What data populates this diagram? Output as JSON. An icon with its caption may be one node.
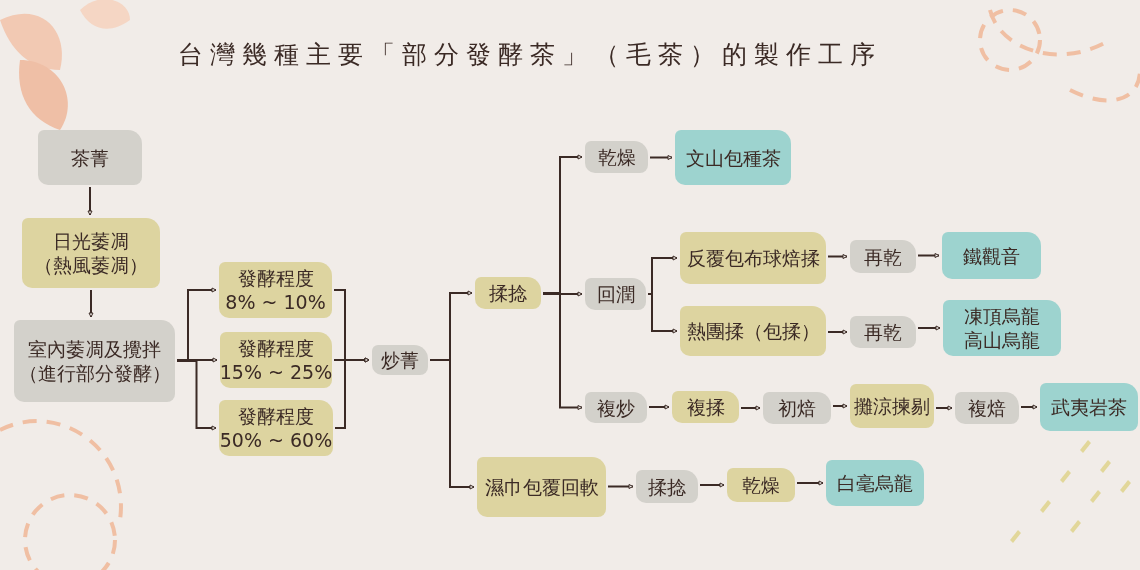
{
  "diagram": {
    "title": "台灣幾種主要「部分發酵茶」（毛茶）的製作工序",
    "nodes": [
      {
        "text": [
          "茶菁"
        ]
      },
      {
        "text": [
          "日光萎凋",
          "（熱風萎凋）"
        ]
      },
      {
        "text": [
          "室內萎凋及攪拌",
          "（進行部分發酵）"
        ]
      },
      {
        "text": [
          "發酵程度",
          "8% ~ 10%"
        ]
      },
      {
        "text": [
          "發酵程度",
          "15% ~ 25%"
        ]
      },
      {
        "text": [
          "發酵程度",
          "50% ~ 60%"
        ]
      },
      {
        "text": [
          "炒菁"
        ]
      },
      {
        "text": [
          "揉捻"
        ]
      },
      {
        "text": [
          "乾燥"
        ]
      },
      {
        "text": [
          "文山包種茶"
        ]
      },
      {
        "text": [
          "回潤"
        ]
      },
      {
        "text": [
          "反覆包布球焙揉"
        ]
      },
      {
        "text": [
          "再乾"
        ]
      },
      {
        "text": [
          "鐵觀音"
        ]
      },
      {
        "text": [
          "熱團揉（包揉）"
        ]
      },
      {
        "text": [
          "再乾"
        ]
      },
      {
        "text": [
          "凍頂烏龍",
          "高山烏龍"
        ]
      },
      {
        "text": [
          "複炒"
        ]
      },
      {
        "text": [
          "複揉"
        ]
      },
      {
        "text": [
          "初焙"
        ]
      },
      {
        "text": [
          "攤涼揀剔"
        ]
      },
      {
        "text": [
          "複焙"
        ]
      },
      {
        "text": [
          "武夷岩茶"
        ]
      },
      {
        "text": [
          "濕巾包覆回軟"
        ]
      },
      {
        "text": [
          "揉捻"
        ]
      },
      {
        "text": [
          "乾燥"
        ]
      },
      {
        "text": [
          "白毫烏龍"
        ]
      }
    ],
    "edges": [
      {
        "from": 0,
        "to": 1,
        "arrow": "to"
      },
      {
        "from": 1,
        "to": 2,
        "arrow": "to"
      },
      {
        "from": 2,
        "to": 3,
        "arrow": "to"
      },
      {
        "from": 2,
        "to": 4,
        "arrow": "to"
      },
      {
        "from": 2,
        "to": 5,
        "arrow": "to"
      },
      {
        "from": 3,
        "to": 6,
        "arrow": "to"
      },
      {
        "from": 4,
        "to": 6,
        "arrow": "to"
      },
      {
        "from": 5,
        "to": 6,
        "arrow": "to"
      },
      {
        "from": 6,
        "to": 7,
        "arrow": "to"
      },
      {
        "from": 6,
        "to": 23,
        "arrow": "to"
      },
      {
        "from": 7,
        "to": 8,
        "arrow": "to"
      },
      {
        "from": 7,
        "to": 10,
        "arrow": "to"
      },
      {
        "from": 7,
        "to": 17,
        "arrow": "to"
      },
      {
        "from": 8,
        "to": 9,
        "arrow": "to"
      },
      {
        "from": 10,
        "to": 11,
        "arrow": "to"
      },
      {
        "from": 10,
        "to": 14,
        "arrow": "to"
      },
      {
        "from": 11,
        "to": 12,
        "arrow": "to"
      },
      {
        "from": 12,
        "to": 13,
        "arrow": "to"
      },
      {
        "from": 14,
        "to": 15,
        "arrow": "to"
      },
      {
        "from": 15,
        "to": 16,
        "arrow": "to"
      },
      {
        "from": 17,
        "to": 18,
        "arrow": "to"
      },
      {
        "from": 18,
        "to": 19,
        "arrow": "to"
      },
      {
        "from": 19,
        "to": 20,
        "arrow": "to"
      },
      {
        "from": 20,
        "to": 21,
        "arrow": "to"
      },
      {
        "from": 21,
        "to": 22,
        "arrow": "to"
      },
      {
        "from": 23,
        "to": 24,
        "arrow": "to"
      },
      {
        "from": 24,
        "to": 25,
        "arrow": "to"
      },
      {
        "from": 25,
        "to": 26,
        "arrow": "to"
      }
    ]
  }
}
